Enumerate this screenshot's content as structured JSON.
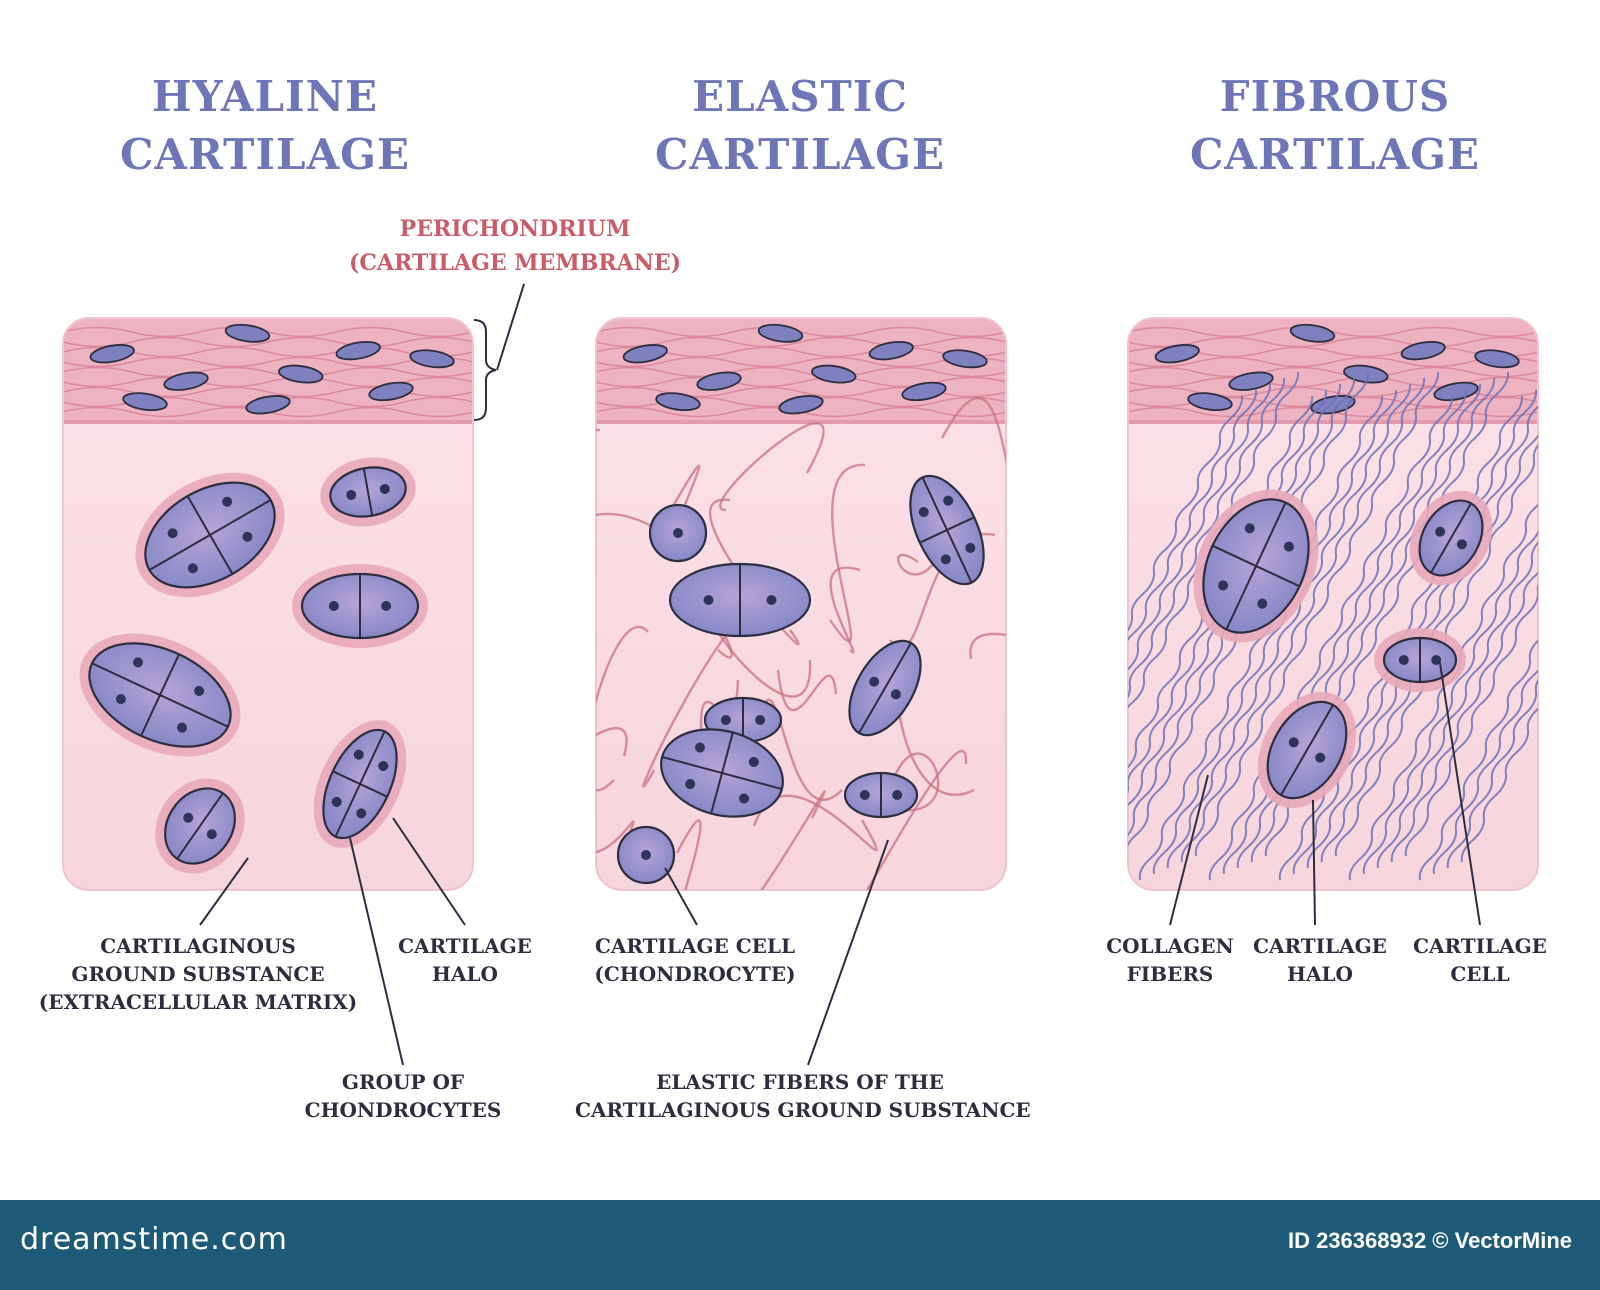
{
  "titles": {
    "hyaline": [
      "HYALINE",
      "CARTILAGE"
    ],
    "elastic": [
      "ELASTIC",
      "CARTILAGE"
    ],
    "fibrous": [
      "FIBROUS",
      "CARTILAGE"
    ]
  },
  "perichondrium": [
    "PERICHONDRIUM",
    "(CARTILAGE MEMBRANE)"
  ],
  "labels": {
    "ground_substance": [
      "CARTILAGINOUS",
      "GROUND SUBSTANCE",
      "(EXTRACELLULAR MATRIX)"
    ],
    "hyaline_halo": [
      "CARTILAGE",
      "HALO"
    ],
    "group_of_chondrocytes": [
      "GROUP OF",
      "CHONDROCYTES"
    ],
    "chondrocyte": [
      "CARTILAGE CELL",
      "(CHONDROCYTE)"
    ],
    "elastic_fibers": [
      "ELASTIC FIBERS OF THE",
      "CARTILAGINOUS GROUND SUBSTANCE"
    ],
    "collagen_fibers": [
      "COLLAGEN",
      "FIBERS"
    ],
    "fibrous_halo": [
      "CARTILAGE",
      "HALO"
    ],
    "fibrous_cell": [
      "CARTILAGE",
      "CELL"
    ]
  },
  "footer": {
    "brand": "dreamstime.com",
    "credit": "ID 236368932 © VectorMine"
  },
  "colors": {
    "title": "#6f76b8",
    "perichondrium_label": "#c95c66",
    "tissue": "#f9dde2",
    "membrane": "#eeb3c0",
    "cell": "#8d8ec9",
    "halo": "#e8a9b9",
    "elastic_fiber": "#c9707f",
    "collagen_fiber": "#6d72b8",
    "footer": "#1d5a78"
  }
}
